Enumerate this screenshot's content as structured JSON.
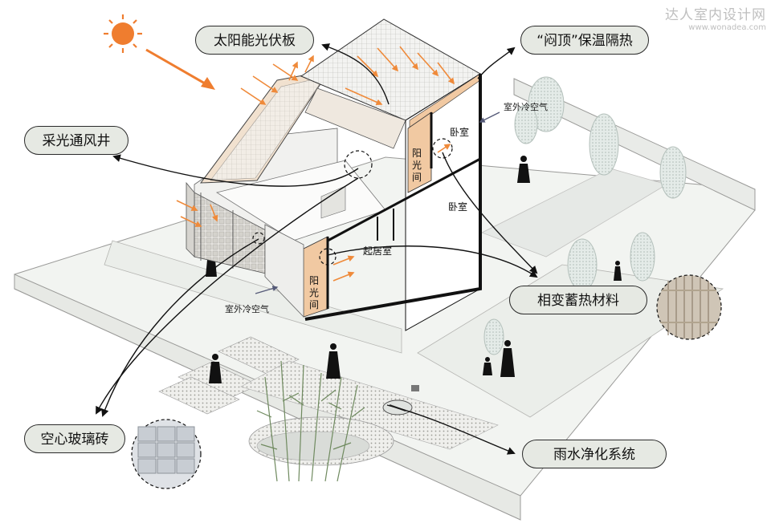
{
  "labels": {
    "solar_pv": "太阳能光伏板",
    "roof_insulation": "“闷顶”保温隔热",
    "light_shaft": "采光通风井",
    "pcm": "相变蓄热材料",
    "glass_brick": "空心玻璃砖",
    "rainwater": "雨水净化系统"
  },
  "rooms": {
    "bedroom_upper": "卧室",
    "bedroom_lower": "卧室",
    "living_room": "起居室",
    "sunroom_upper": "阳光间",
    "sunroom_lower": "阳光间"
  },
  "annotations": {
    "outdoor_air_upper": "室外冷空气",
    "outdoor_air_lower": "室外冷空气"
  },
  "watermark": {
    "line1": "达人室内设计网",
    "line2": "www.wonadea.com"
  },
  "colors": {
    "sun": "#ef7d2f",
    "arrow_orange": "#ef8a3a",
    "label_bg": "#e6e9e3",
    "wood": "#f1c9a2",
    "ground": "#eceeea",
    "tree": "#dfe6e3"
  },
  "icons": [
    "sun-icon",
    "sun-ray-arrow-icon",
    "glass-brick-detail-icon",
    "pcm-panel-detail-icon"
  ]
}
